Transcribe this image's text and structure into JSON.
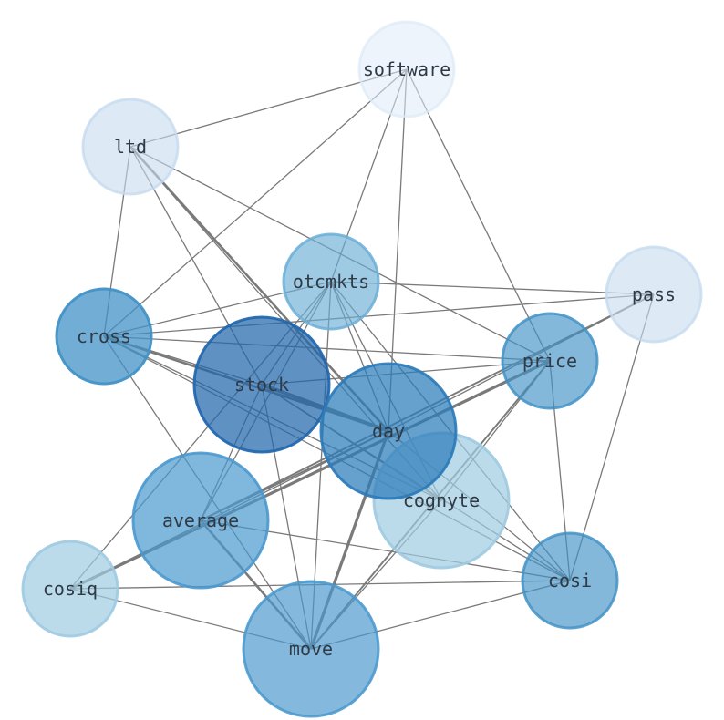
{
  "nodes": [
    {
      "id": "software",
      "label": "software",
      "fill": "#deebf7",
      "opacity": 0.55,
      "stroke_opacity": 0.2
    },
    {
      "id": "ltd",
      "label": "ltd",
      "fill": "#c6dbef",
      "opacity": 0.6,
      "stroke_opacity": 0.3
    },
    {
      "id": "otcmkts",
      "label": "otcmkts",
      "fill": "#6baed6",
      "opacity": 0.65,
      "stroke_opacity": 0.4
    },
    {
      "id": "pass",
      "label": "pass",
      "fill": "#c6dbef",
      "opacity": 0.6,
      "stroke_opacity": 0.3
    },
    {
      "id": "cross",
      "label": "cross",
      "fill": "#4292c6",
      "opacity": 0.75,
      "stroke_opacity": 0.6
    },
    {
      "id": "price",
      "label": "price",
      "fill": "#4292c6",
      "opacity": 0.65,
      "stroke_opacity": 0.5
    },
    {
      "id": "stock",
      "label": "stock",
      "fill": "#2166ac",
      "opacity": 0.72,
      "stroke_opacity": 0.8
    },
    {
      "id": "cognyte",
      "label": "cognyte",
      "fill": "#9ecae1",
      "opacity": 0.7,
      "stroke_opacity": 0.3
    },
    {
      "id": "day",
      "label": "day",
      "fill": "#2b7bba",
      "opacity": 0.72,
      "stroke_opacity": 0.7
    },
    {
      "id": "average",
      "label": "average",
      "fill": "#4a98cd",
      "opacity": 0.7,
      "stroke_opacity": 0.5
    },
    {
      "id": "cosiq",
      "label": "cosiq",
      "fill": "#9ecae1",
      "opacity": 0.7,
      "stroke_opacity": 0.3
    },
    {
      "id": "cosi",
      "label": "cosi",
      "fill": "#4292c6",
      "opacity": 0.65,
      "stroke_opacity": 0.5
    },
    {
      "id": "move",
      "label": "move",
      "fill": "#4a98cd",
      "opacity": 0.68,
      "stroke_opacity": 0.5
    }
  ],
  "edges": [
    [
      "software",
      "ltd",
      1
    ],
    [
      "software",
      "cross",
      1
    ],
    [
      "software",
      "otcmkts",
      1
    ],
    [
      "software",
      "day",
      1
    ],
    [
      "software",
      "price",
      1
    ],
    [
      "ltd",
      "cross",
      1
    ],
    [
      "ltd",
      "stock",
      1
    ],
    [
      "ltd",
      "day",
      2
    ],
    [
      "ltd",
      "price",
      1
    ],
    [
      "ltd",
      "cognyte",
      1
    ],
    [
      "otcmkts",
      "cross",
      1
    ],
    [
      "otcmkts",
      "pass",
      1
    ],
    [
      "otcmkts",
      "stock",
      1
    ],
    [
      "otcmkts",
      "average",
      1
    ],
    [
      "otcmkts",
      "cosiq",
      1
    ],
    [
      "otcmkts",
      "move",
      1
    ],
    [
      "otcmkts",
      "cognyte",
      1
    ],
    [
      "otcmkts",
      "cosi",
      1
    ],
    [
      "otcmkts",
      "day",
      1
    ],
    [
      "pass",
      "cross",
      1
    ],
    [
      "pass",
      "average",
      1.5
    ],
    [
      "pass",
      "cosi",
      1
    ],
    [
      "pass",
      "day",
      1
    ],
    [
      "cross",
      "price",
      1
    ],
    [
      "cross",
      "stock",
      1
    ],
    [
      "cross",
      "day",
      2
    ],
    [
      "cross",
      "cognyte",
      1
    ],
    [
      "cross",
      "cosi",
      1
    ],
    [
      "cross",
      "move",
      1
    ],
    [
      "price",
      "stock",
      1
    ],
    [
      "price",
      "cosiq",
      2.5
    ],
    [
      "price",
      "move",
      1.5
    ],
    [
      "price",
      "cosi",
      1
    ],
    [
      "price",
      "cognyte",
      1
    ],
    [
      "stock",
      "day",
      3
    ],
    [
      "stock",
      "cognyte",
      1
    ],
    [
      "stock",
      "cosi",
      1
    ],
    [
      "stock",
      "move",
      1
    ],
    [
      "stock",
      "average",
      1
    ],
    [
      "day",
      "average",
      1.5
    ],
    [
      "day",
      "move",
      2.5
    ],
    [
      "day",
      "cosi",
      1
    ],
    [
      "day",
      "cosiq",
      1
    ],
    [
      "average",
      "move",
      2
    ],
    [
      "average",
      "cosi",
      1
    ],
    [
      "cosiq",
      "move",
      1
    ],
    [
      "cosiq",
      "cosi",
      1
    ],
    [
      "move",
      "cosi",
      1
    ],
    [
      "move",
      "cognyte",
      1
    ]
  ]
}
